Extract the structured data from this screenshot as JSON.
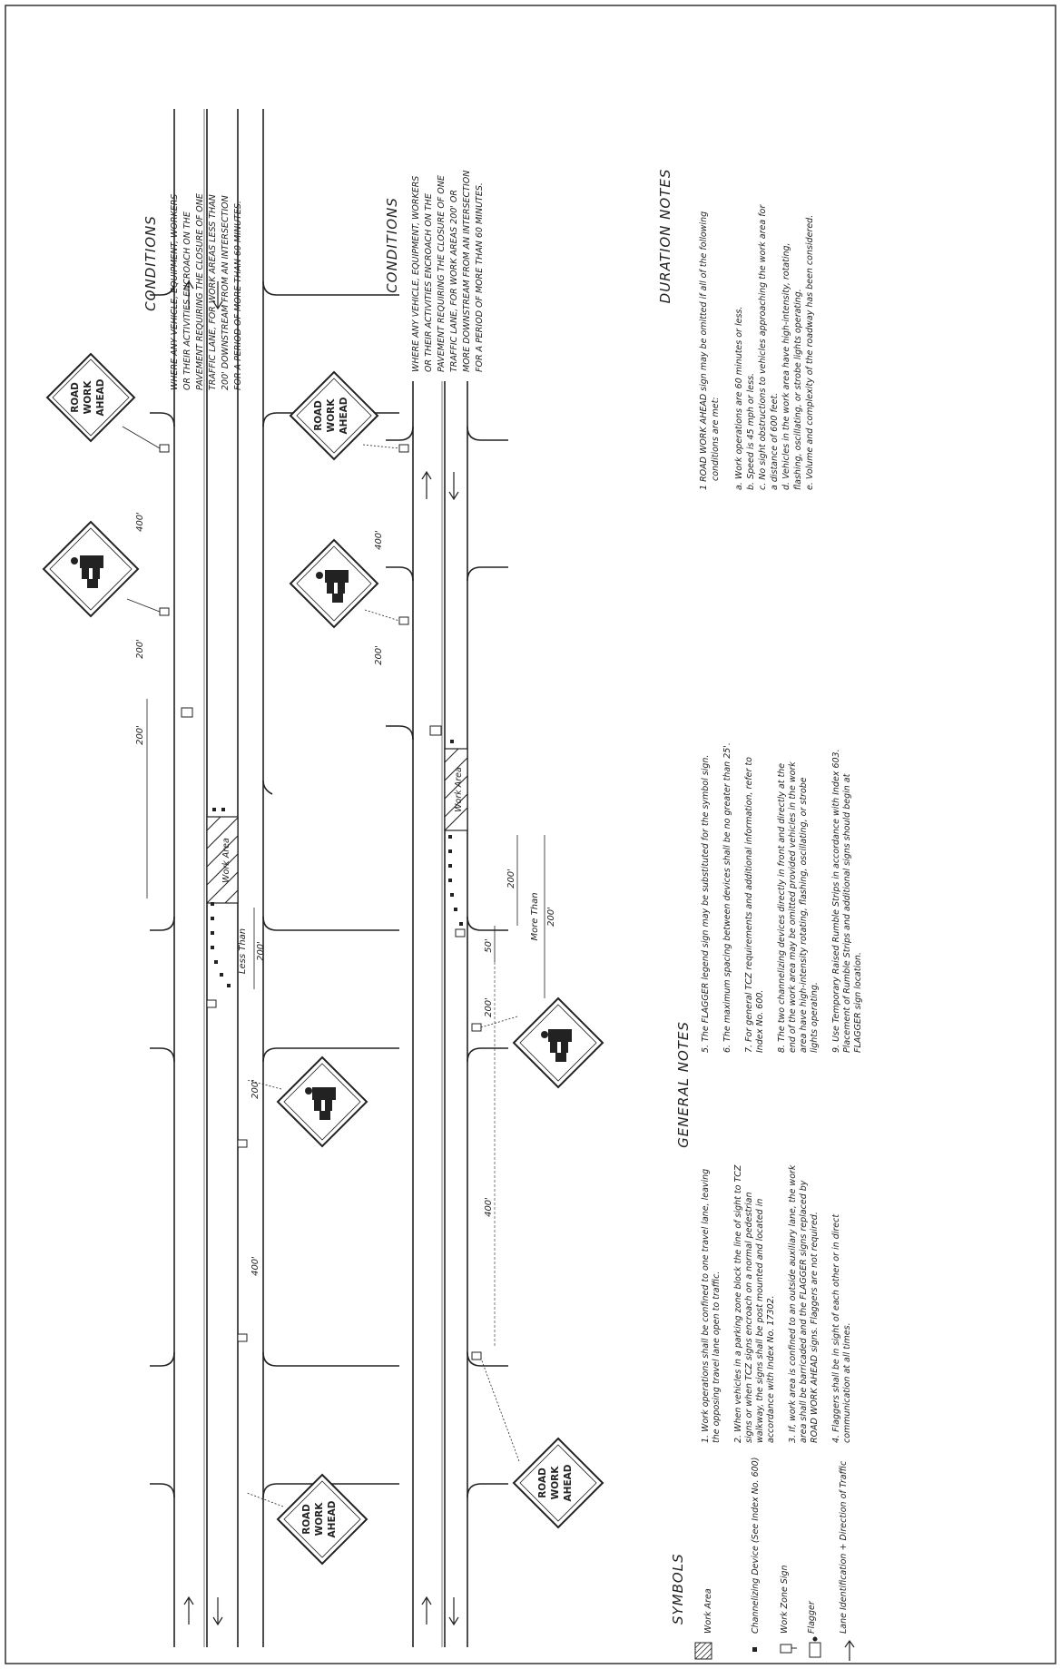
{
  "signs": {
    "road_work_ahead": [
      "ROAD",
      "WORK",
      "AHEAD"
    ]
  },
  "dimensions": {
    "d400": "400'",
    "d200": "200'",
    "d50": "50'",
    "less_than": "Less Than",
    "more_than": "More Than",
    "work_area": "Work Area"
  },
  "conditions_a": {
    "title": "CONDITIONS",
    "lines": [
      "WHERE ANY VEHICLE, EQUIPMENT, WORKERS",
      "OR THEIR ACTIVITIES ENCROACH ON THE",
      "PAVEMENT REQUIRING THE CLOSURE OF ONE",
      "TRAFFIC LANE, FOR WORK AREAS LESS THAN",
      "200' DOWNSTREAM FROM AN INTERSECTION",
      "FOR A PERIOD OF MORE THAN 60 MINUTES."
    ]
  },
  "conditions_b": {
    "title": "CONDITIONS",
    "lines": [
      "WHERE ANY VEHICLE, EQUIPMENT, WORKERS",
      "OR THEIR ACTIVITIES ENCROACH ON THE",
      "PAVEMENT REQUIRING THE CLOSURE OF ONE",
      "TRAFFIC LANE, FOR WORK AREAS 200' OR",
      "MORE DOWNSTREAM FROM AN INTERSECTION",
      "FOR A PERIOD OF MORE THAN 60 MINUTES."
    ]
  },
  "duration_notes": {
    "title": "DURATION NOTES",
    "lines": [
      "1  ROAD WORK AHEAD sign may be omitted if all of the following",
      "conditions are met:",
      "",
      "a. Work operations are 60 minutes or less.",
      "b. Speed is 45 mph or less.",
      "c. No sight obstructions to vehicles approaching the work area for",
      "    a distance of 600 feet.",
      "d. Vehicles in the work area have high-intensity, rotating,",
      "    flashing, oscillating, or strobe lights operating.",
      "e. Volume and complexity of the roadway has been considered."
    ]
  },
  "general_notes": {
    "title": "GENERAL NOTES",
    "col1": [
      "1. Work operations shall be confined to one travel lane, leaving",
      "    the opposing travel lane open to traffic.",
      "",
      "2. When vehicles in a parking zone block the line of sight to TCZ",
      "    signs or when TCZ signs encroach on a normal pedestrian",
      "    walkway, the signs shall be post mounted and located in",
      "    accordance with Index No. 17302.",
      "",
      "3. If, work area is confined to an outside auxiliary lane, the work",
      "    area shall be barricaded and the FLAGGER signs replaced by",
      "    ROAD WORK AHEAD signs. Flaggers are not required.",
      "",
      "4. Flaggers shall be in sight of each other or in direct",
      "    communication at all times."
    ],
    "col2": [
      "5. The FLAGGER legend sign may be substituted for the symbol sign.",
      "",
      "6. The maximum spacing between devices shall be no greater than 25'.",
      "",
      "7. For general TCZ requirements and additional information, refer to",
      "    Index No. 600.",
      "",
      "8. The two channelizing devices directly in front and directly at the",
      "    end of the work area may be omitted provided vehicles in the work",
      "    area have high-intensity rotating, flashing, oscillating, or strobe",
      "    lights operating.",
      "",
      "9. Use Temporary Raised Rumble Strips in accordance with Index 603.",
      "    Placement of Rumble Strips and additional signs should begin at",
      "    FLAGGER sign location."
    ]
  },
  "symbols": {
    "title": "SYMBOLS",
    "items": [
      "Work Area",
      "Channelizing Device (See Index No. 600)",
      "Work Zone Sign",
      "Flagger",
      "Lane Identification + Direction of Traffic"
    ]
  }
}
